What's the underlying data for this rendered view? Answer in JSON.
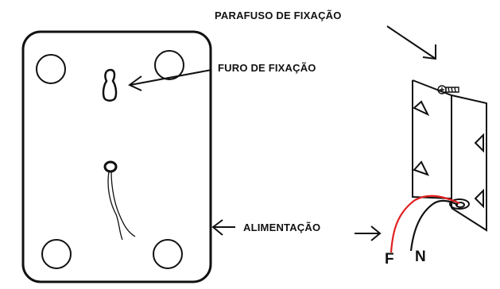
{
  "labels": {
    "mounting_screw": "PARAFUSO DE FIXAÇÃO",
    "mounting_hole": "FURO DE FIXAÇÃO",
    "power_supply": "ALIMENTAÇÃO",
    "phase": "F",
    "neutral": "N"
  },
  "colors": {
    "ink": "#111111",
    "phase_wire": "#e02020",
    "neutral_wire": "#111111",
    "background": "#ffffff"
  }
}
